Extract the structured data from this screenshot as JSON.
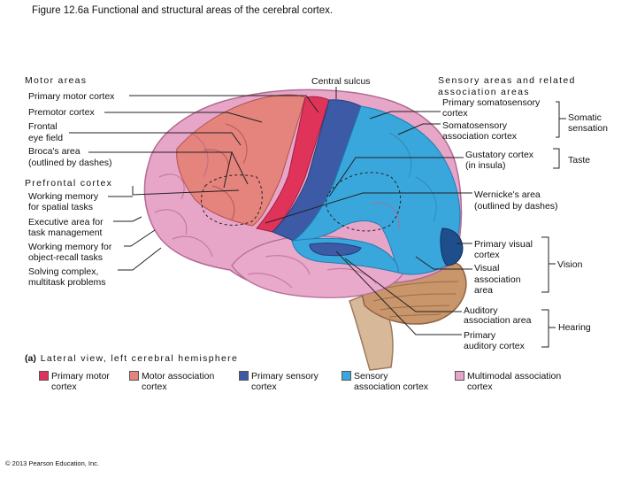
{
  "figure_title": "Figure 12.6a  Functional and structural areas of the cerebral cortex.",
  "motor": {
    "heading": "Motor areas",
    "primary_motor_cortex": "Primary motor cortex",
    "premotor_cortex": "Premotor cortex",
    "frontal_eye_field": [
      "Frontal",
      "eye field"
    ],
    "brocas_area": [
      "Broca's area",
      "(outlined by dashes)"
    ]
  },
  "prefrontal": {
    "heading": "Prefrontal cortex",
    "working_memory_spatial": [
      "Working memory",
      "for spatial tasks"
    ],
    "executive_area": [
      "Executive area for",
      "task management"
    ],
    "working_memory_object": [
      "Working memory for",
      "object-recall tasks"
    ],
    "solving_complex": [
      "Solving complex,",
      "multitask problems"
    ]
  },
  "central_sulcus": "Central sulcus",
  "sensory": {
    "heading": [
      "Sensory areas and related",
      "association areas"
    ],
    "primary_somatosensory": [
      "Primary somatosensory",
      "cortex"
    ],
    "somatosensory_association": [
      "Somatosensory",
      "association cortex"
    ],
    "somatic_sensation": [
      "Somatic",
      "sensation"
    ],
    "gustatory": [
      "Gustatory cortex",
      "(in insula)"
    ],
    "taste": "Taste",
    "wernickes": [
      "Wernicke's area",
      "(outlined by dashes)"
    ],
    "primary_visual": [
      "Primary visual",
      "cortex"
    ],
    "visual_association": [
      "Visual",
      "association",
      "area"
    ],
    "vision": "Vision",
    "auditory_association": [
      "Auditory",
      "association area"
    ],
    "primary_auditory": [
      "Primary",
      "auditory cortex"
    ],
    "hearing": "Hearing"
  },
  "view_caption": {
    "letter": "(a)",
    "text": "Lateral view, left cerebral hemisphere"
  },
  "legend": [
    {
      "label": [
        "Primary motor",
        "cortex"
      ],
      "color": "#e0335a"
    },
    {
      "label": [
        "Motor association",
        "cortex"
      ],
      "color": "#e5837d"
    },
    {
      "label": [
        "Primary sensory",
        "cortex"
      ],
      "color": "#3d5aa6"
    },
    {
      "label": [
        "Sensory",
        "association cortex"
      ],
      "color": "#3aa7dc"
    },
    {
      "label": [
        "Multimodal association",
        "cortex"
      ],
      "color": "#e7a6c8"
    }
  ],
  "copyright": "© 2013 Pearson Education, Inc.",
  "colors": {
    "cerebellum": "#c9956b",
    "brainstem": "#d7b899",
    "primary_motor": "#e0335a",
    "motor_association": "#e5837d",
    "primary_sensory": "#3d5aa6",
    "sensory_association": "#3aa7dc",
    "multimodal": "#e7a6c8",
    "visual_primary": "#1f4e8c"
  }
}
